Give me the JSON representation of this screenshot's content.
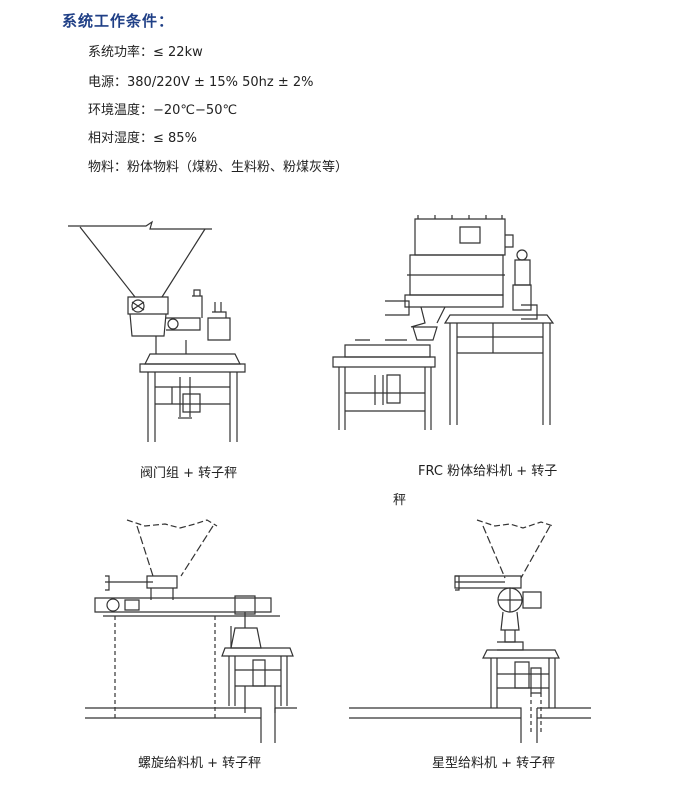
{
  "heading": "系统工作条件：",
  "conditions": [
    "系统功率：≤ 22kw",
    "电源：380/220V ± 15%   50hz ± 2%",
    "环境温度：−20℃−50℃",
    "相对湿度：≤ 85%",
    "物料：粉体物料（煤粉、生料粉、粉煤灰等）"
  ],
  "captions": {
    "valve": "阀门组 + 转子秤",
    "frc_line1": "FRC 粉体给料机 + 转子",
    "frc_line2": "秤",
    "screw": "螺旋给料机 + 转子秤",
    "star": "星型给料机 + 转子秤"
  }
}
